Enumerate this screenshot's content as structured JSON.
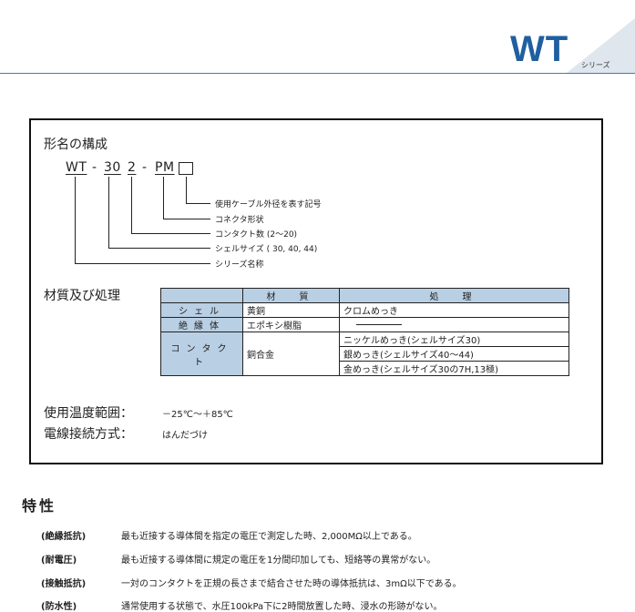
{
  "header": {
    "logo_main": "WT",
    "logo_sub": "シリーズ",
    "accent_color": "#1f5fa0"
  },
  "model": {
    "title": "形名の構成",
    "parts": [
      "WT",
      "-",
      "30",
      "2",
      "-",
      "PM"
    ],
    "legend": [
      "使用ケーブル外径を表す記号",
      "コネクタ形状",
      "コンタクト数 (2～20)",
      "シェルサイズ ( 30, 40, 44)",
      "シリーズ名称"
    ]
  },
  "materials": {
    "title": "材質及び処理",
    "headers": [
      "",
      "材　質",
      "処　理"
    ],
    "rows": [
      {
        "part": "シェル",
        "material": "黄銅",
        "treatment": [
          "クロムめっき"
        ]
      },
      {
        "part": "絶縁体",
        "material": "エポキシ樹脂",
        "treatment": []
      },
      {
        "part": "コンタクト",
        "material": "銅合金",
        "treatment": [
          "ニッケルめっき(シェルサイズ30)",
          "銀めっき(シェルサイズ40～44)",
          "金めっき(シェルサイズ30の7H,13極)"
        ]
      }
    ]
  },
  "temperature": {
    "label": "使用温度範囲：",
    "value": "－25℃～＋85℃"
  },
  "wiring": {
    "label": "電線接続方式：",
    "value": "はんだづけ"
  },
  "specs": {
    "title": "特性",
    "items": [
      {
        "key": "(絶縁抵抗)",
        "text": "最も近接する導体間を指定の電圧で測定した時、2,000MΩ以上である。"
      },
      {
        "key": "(耐電圧)",
        "text": "最も近接する導体間に規定の電圧を1分間印加しても、短絡等の異常がない。"
      },
      {
        "key": "(接触抵抗)",
        "text": "一対のコンタクトを正規の長さまで結合させた時の導体抵抗は、3mΩ以下である。"
      },
      {
        "key": "(防水性)",
        "text": "通常使用する状態で、水圧100kPa下に2時間放置した時、浸水の形跡がない。"
      }
    ]
  }
}
